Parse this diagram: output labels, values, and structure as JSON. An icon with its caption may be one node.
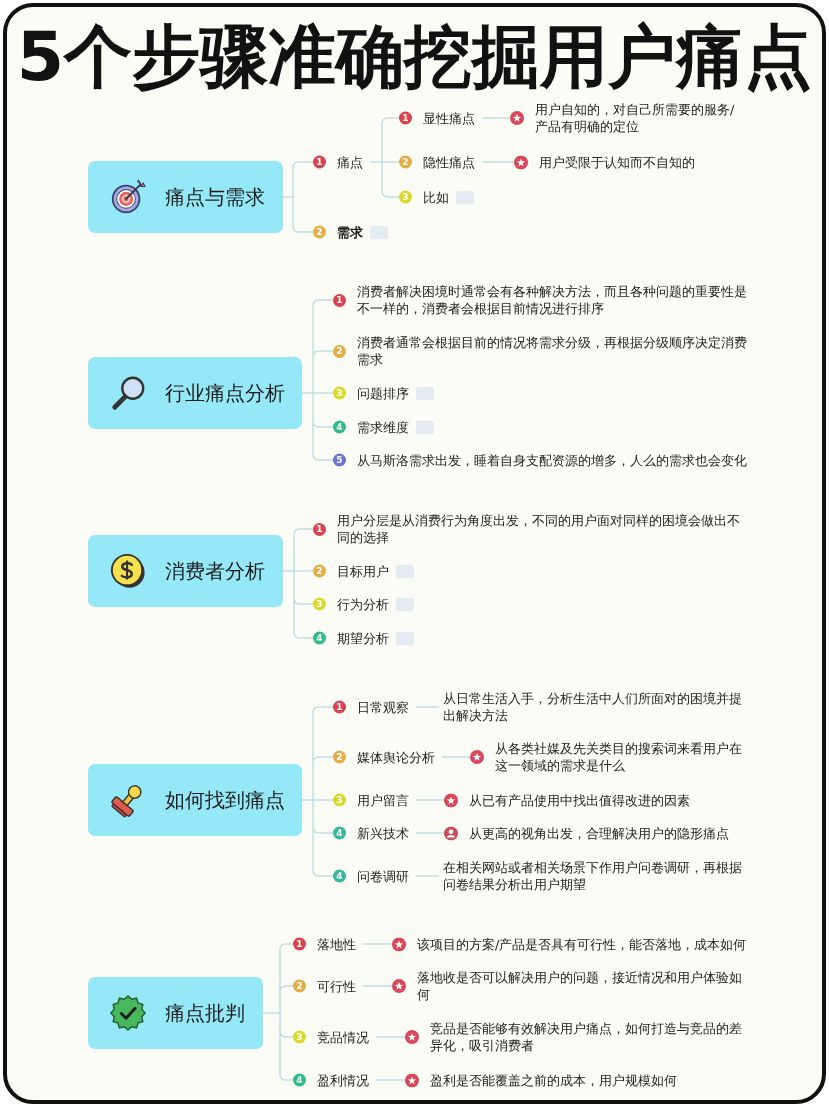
{
  "diagram": {
    "title": "5个步骤准确挖掘用户痛点",
    "nodes": [
      {
        "text": [
          "痛点与需求"
        ]
      },
      {
        "text": [
          "1",
          "痛点"
        ]
      },
      {
        "text": [
          "1",
          "显性痛点"
        ]
      },
      {
        "text": [
          "用户自知的，对自己所需要的服务/产品有明确的定位"
        ]
      },
      {
        "text": [
          "2",
          "隐性痛点"
        ]
      },
      {
        "text": [
          "用户受限于认知而不自知的"
        ]
      },
      {
        "text": [
          "3",
          "比如"
        ]
      },
      {
        "text": [
          "2",
          "需求"
        ]
      },
      {
        "text": [
          "行业痛点分析"
        ]
      },
      {
        "text": [
          "1",
          "消费者解决困境时通常会有各种解决方法，而且各种问题的重要性是不一样的，消费者会根据目前情况进行排序"
        ]
      },
      {
        "text": [
          "2",
          "消费者通常会根据目前的情况将需求分级，再根据分级顺序决定消费需求"
        ]
      },
      {
        "text": [
          "3",
          "问题排序"
        ]
      },
      {
        "text": [
          "4",
          "需求维度"
        ]
      },
      {
        "text": [
          "5",
          "从马斯洛需求出发，睡着自身支配资源的增多，人么的需求也会变化"
        ]
      },
      {
        "text": [
          "消费者分析"
        ]
      },
      {
        "text": [
          "1",
          "用户分层是从消费行为角度出发，不同的用户面对同样的困境会做出不同的选择"
        ]
      },
      {
        "text": [
          "2",
          "目标用户"
        ]
      },
      {
        "text": [
          "3",
          "行为分析"
        ]
      },
      {
        "text": [
          "4",
          "期望分析"
        ]
      },
      {
        "text": [
          "如何找到痛点"
        ]
      },
      {
        "text": [
          "1",
          "日常观察"
        ]
      },
      {
        "text": [
          "从日常生活入手，分析生活中人们所面对的困境并提出解决方法"
        ]
      },
      {
        "text": [
          "2",
          "媒体舆论分析"
        ]
      },
      {
        "text": [
          "从各类社媒及先关类目的搜索词来看用户在这一领域的需求是什么"
        ]
      },
      {
        "text": [
          "3",
          "用户留言"
        ]
      },
      {
        "text": [
          "从已有产品使用中找出值得改进的因素"
        ]
      },
      {
        "text": [
          "4",
          "新兴技术"
        ]
      },
      {
        "text": [
          "从更高的视角出发，合理解决用户的隐形痛点"
        ]
      },
      {
        "text": [
          "4",
          "问卷调研"
        ]
      },
      {
        "text": [
          "在相关网站或者相关场景下作用户问卷调研，再根据问卷结果分析出用户期望"
        ]
      },
      {
        "text": [
          "痛点批判"
        ]
      },
      {
        "text": [
          "1",
          "落地性"
        ]
      },
      {
        "text": [
          "该项目的方案/产品是否具有可行性，能否落地，成本如何"
        ]
      },
      {
        "text": [
          "2",
          "可行性"
        ]
      },
      {
        "text": [
          "落地收是否可以解决用户的问题，接近情况和用户体验如何"
        ]
      },
      {
        "text": [
          "3",
          "竞品情况"
        ]
      },
      {
        "text": [
          "竞品是否能够有效解决用户痛点，如何打造与竞品的差异化，吸引消费者"
        ]
      },
      {
        "text": [
          "4",
          "盈利情况"
        ]
      },
      {
        "text": [
          "盈利是否能覆盖之前的成本，用户规模如何"
        ]
      }
    ],
    "edges": [
      {
        "from": 0,
        "to": 1,
        "arrow": "none"
      },
      {
        "from": 1,
        "to": 2,
        "arrow": "none"
      },
      {
        "from": 2,
        "to": 3,
        "arrow": "none"
      },
      {
        "from": 1,
        "to": 4,
        "arrow": "none"
      },
      {
        "from": 4,
        "to": 5,
        "arrow": "none"
      },
      {
        "from": 1,
        "to": 6,
        "arrow": "none"
      },
      {
        "from": 0,
        "to": 7,
        "arrow": "none"
      },
      {
        "from": 8,
        "to": 9,
        "arrow": "none"
      },
      {
        "from": 8,
        "to": 10,
        "arrow": "none"
      },
      {
        "from": 8,
        "to": 11,
        "arrow": "none"
      },
      {
        "from": 8,
        "to": 12,
        "arrow": "none"
      },
      {
        "from": 8,
        "to": 13,
        "arrow": "none"
      },
      {
        "from": 14,
        "to": 15,
        "arrow": "none"
      },
      {
        "from": 14,
        "to": 16,
        "arrow": "none"
      },
      {
        "from": 14,
        "to": 17,
        "arrow": "none"
      },
      {
        "from": 14,
        "to": 18,
        "arrow": "none"
      },
      {
        "from": 19,
        "to": 20,
        "arrow": "none"
      },
      {
        "from": 20,
        "to": 21,
        "arrow": "none"
      },
      {
        "from": 19,
        "to": 22,
        "arrow": "none"
      },
      {
        "from": 22,
        "to": 23,
        "arrow": "none"
      },
      {
        "from": 19,
        "to": 24,
        "arrow": "none"
      },
      {
        "from": 24,
        "to": 25,
        "arrow": "none"
      },
      {
        "from": 19,
        "to": 26,
        "arrow": "none"
      },
      {
        "from": 26,
        "to": 27,
        "arrow": "none"
      },
      {
        "from": 19,
        "to": 28,
        "arrow": "none"
      },
      {
        "from": 28,
        "to": 29,
        "arrow": "none"
      },
      {
        "from": 30,
        "to": 31,
        "arrow": "none"
      },
      {
        "from": 31,
        "to": 32,
        "arrow": "none"
      },
      {
        "from": 30,
        "to": 33,
        "arrow": "none"
      },
      {
        "from": 33,
        "to": 34,
        "arrow": "none"
      },
      {
        "from": 30,
        "to": 35,
        "arrow": "none"
      },
      {
        "from": 35,
        "to": 36,
        "arrow": "none"
      },
      {
        "from": 30,
        "to": 37,
        "arrow": "none"
      },
      {
        "from": 37,
        "to": 38,
        "arrow": "none"
      }
    ]
  }
}
